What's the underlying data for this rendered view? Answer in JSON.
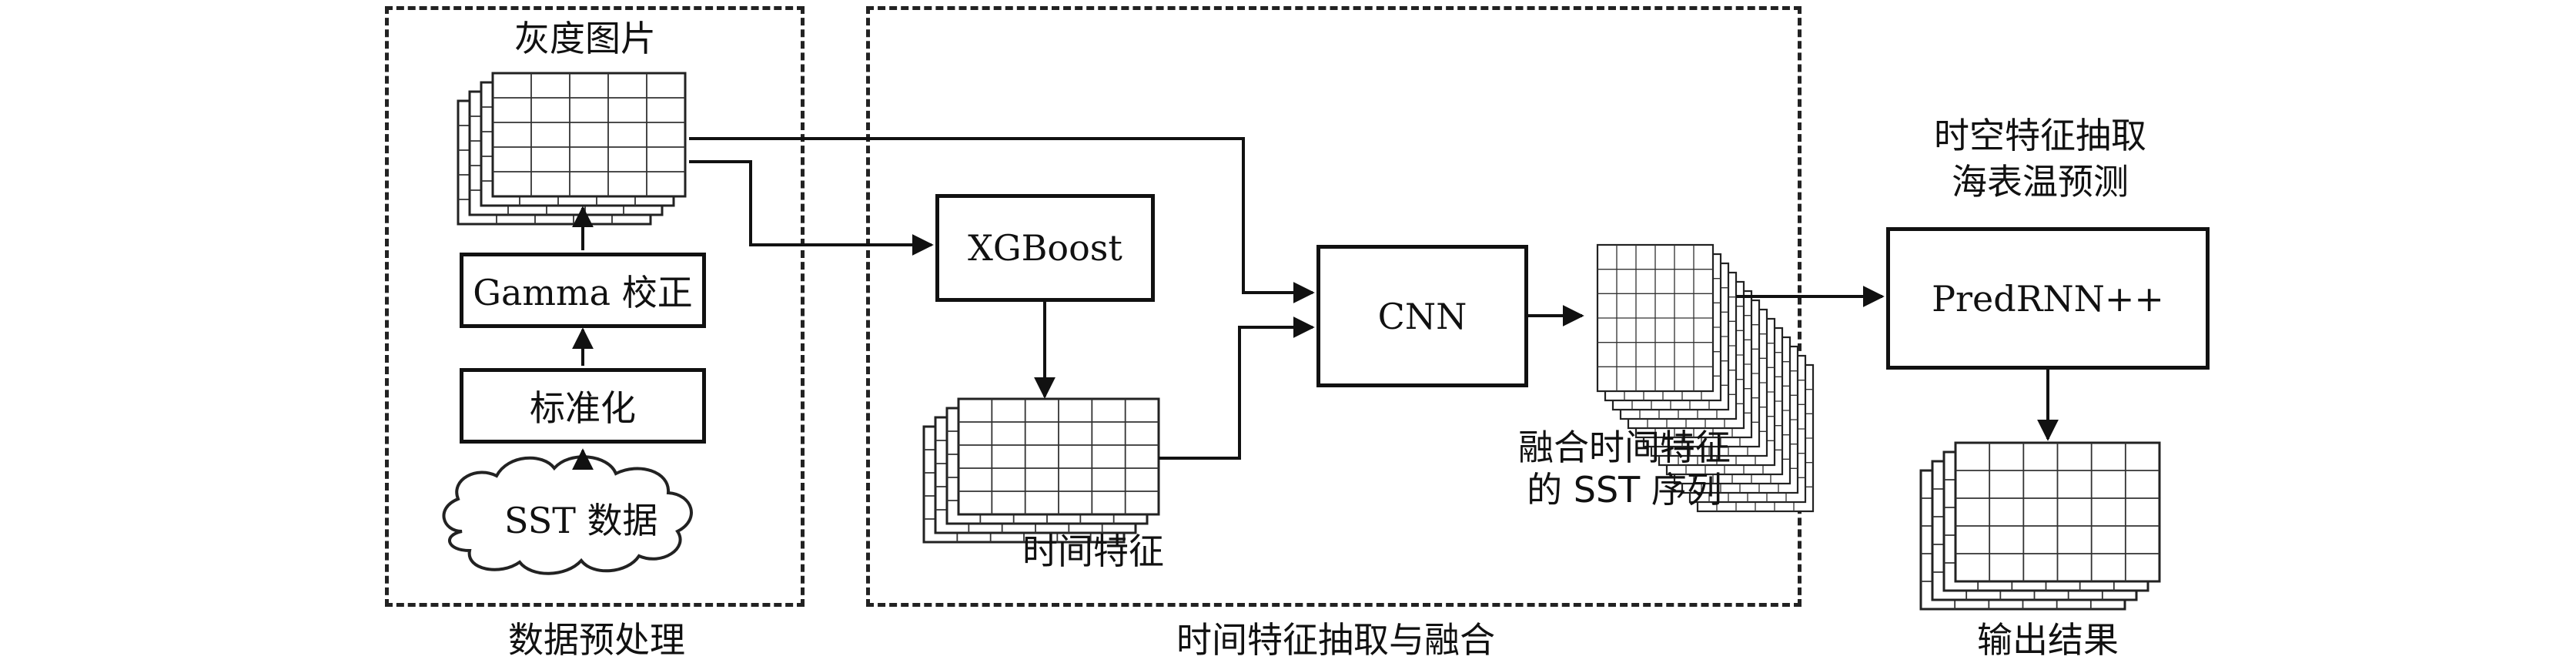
{
  "regions": {
    "preprocess_label": "数据预处理",
    "temporal_label": "时间特征抽取与融合",
    "output_label": "输出结果"
  },
  "preprocess": {
    "gray_label": "灰度图片",
    "gamma_box": "Gamma 校正",
    "norm_box": "标准化",
    "source_cloud": "SST 数据"
  },
  "temporal": {
    "xgboost_box": "XGBoost",
    "time_feature_label": "时间特征",
    "cnn_box": "CNN",
    "fused_label_line1": "融合时间特征",
    "fused_label_line2": "的 SST 序列"
  },
  "prediction": {
    "title_line1": "时空特征抽取",
    "title_line2": "海表温预测",
    "predrnn_box": "PredRNN++"
  }
}
